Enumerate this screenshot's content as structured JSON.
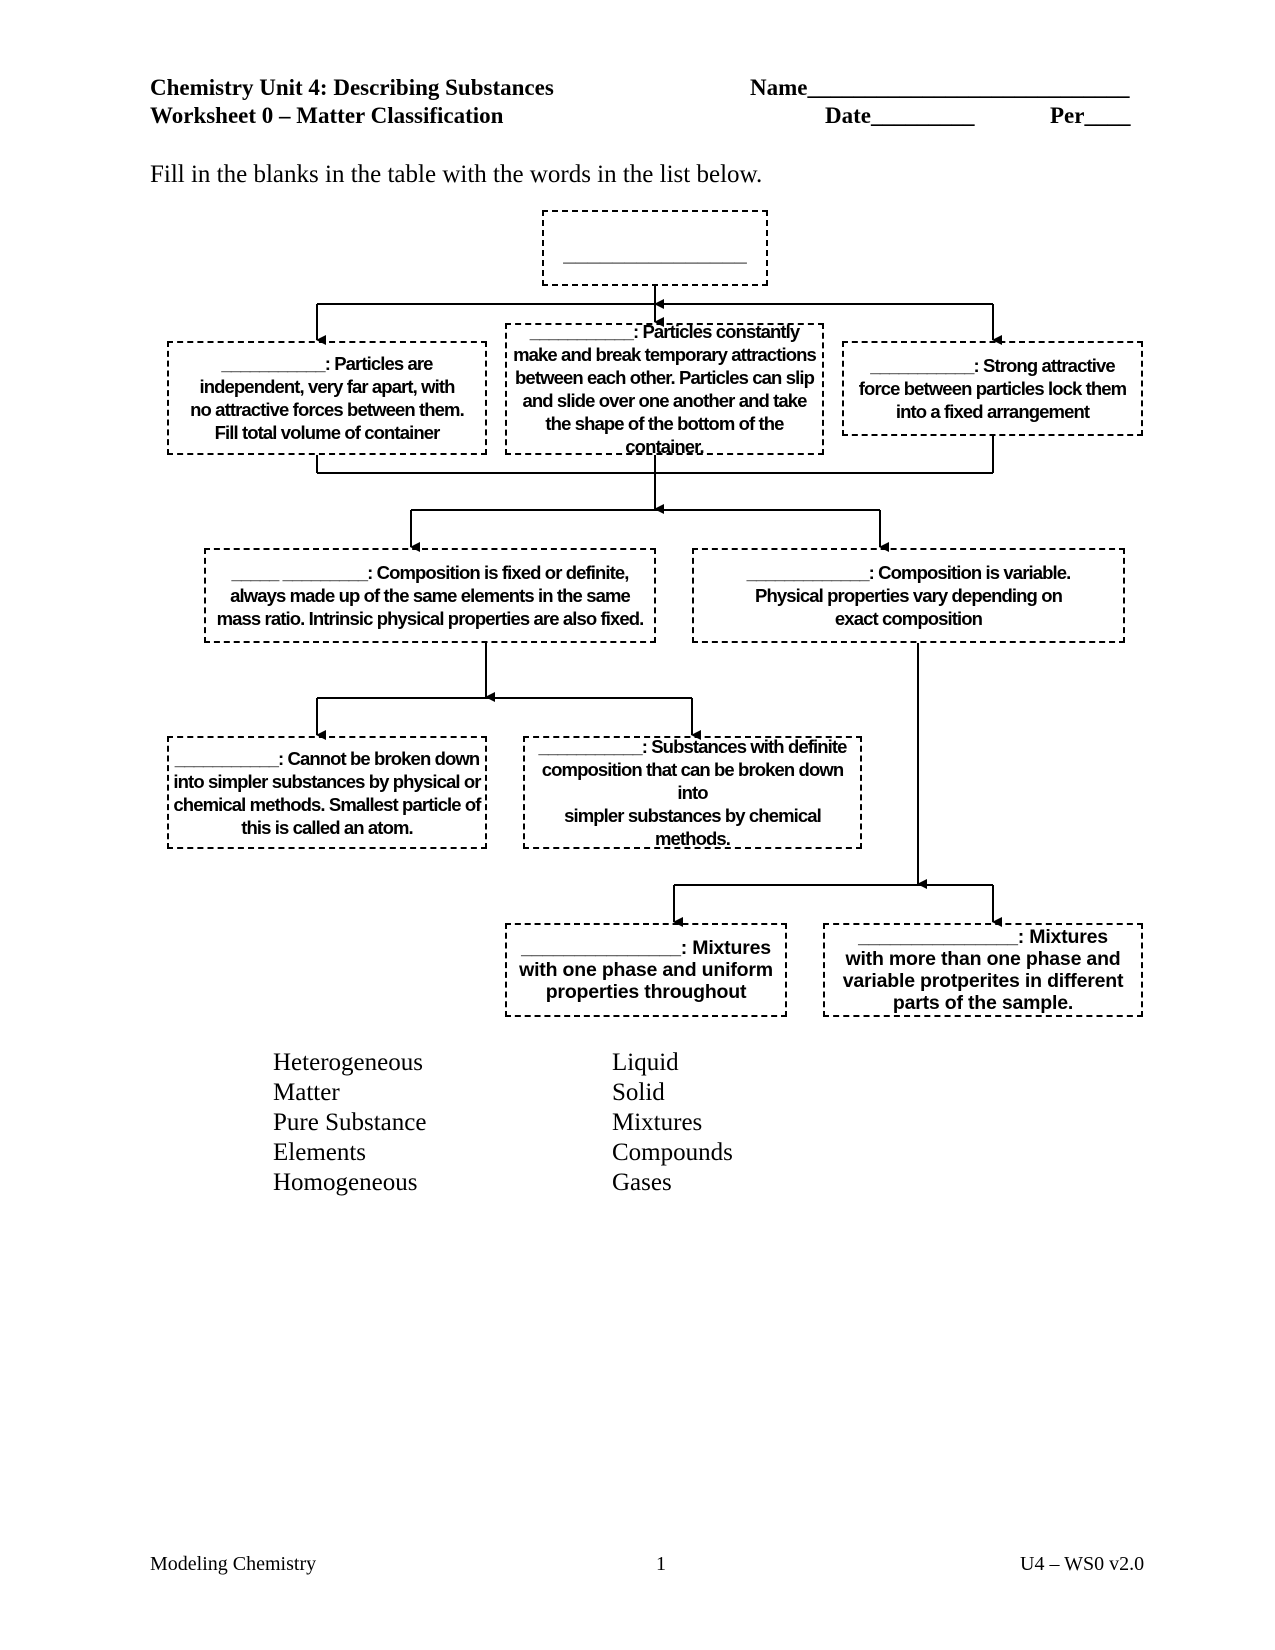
{
  "header": {
    "unit_title": "Chemistry Unit 4: Describing Substances",
    "worksheet_title": "Worksheet 0 – Matter Classification",
    "name_field": "Name____________________________",
    "date_field": "Date_________",
    "per_field": "Per____"
  },
  "instructions": "Fill in the blanks in the table with the words in the list below.",
  "diagram": {
    "top_blank": "_______________",
    "gas_box": "___________: Particles are\nindependent, very far apart, with\nno attractive forces between them.\nFill total volume of container",
    "liquid_box": "___________: Particles constantly\nmake and break temporary attractions\nbetween each other.  Particles can slip\nand slide over one another and take\nthe shape of the bottom of the container.",
    "solid_box": "___________: Strong attractive\nforce between particles lock them\ninto a fixed arrangement",
    "pure_box": "_____ _________: Composition is fixed or definite,\nalways made up of the same elements in the same\nmass ratio. Intrinsic physical properties are also fixed.",
    "mixture_box": "_____________: Composition is variable.\nPhysical properties vary depending on\nexact composition",
    "element_box": "___________: Cannot be broken down\ninto simpler substances by physical or\nchemical methods.  Smallest particle of\nthis is called an atom.",
    "compound_box": "___________: Substances with definite\ncomposition that can be broken down into\nsimpler substances by chemical methods.",
    "homogeneous_box": "_______________:  Mixtures\nwith one phase and uniform\nproperties throughout",
    "heterogeneous_box": "_______________:  Mixtures\nwith more than one phase and\nvariable protperites in different\nparts of the sample."
  },
  "word_bank": {
    "column1": [
      "Heterogeneous",
      "Matter",
      "Pure Substance",
      "Elements",
      "Homogeneous"
    ],
    "column2": [
      "Liquid",
      "Solid",
      "Mixtures",
      "Compounds",
      "Gases"
    ]
  },
  "footer": {
    "left": "Modeling Chemistry",
    "center": "1",
    "right": "U4 – WS0 v2.0"
  }
}
